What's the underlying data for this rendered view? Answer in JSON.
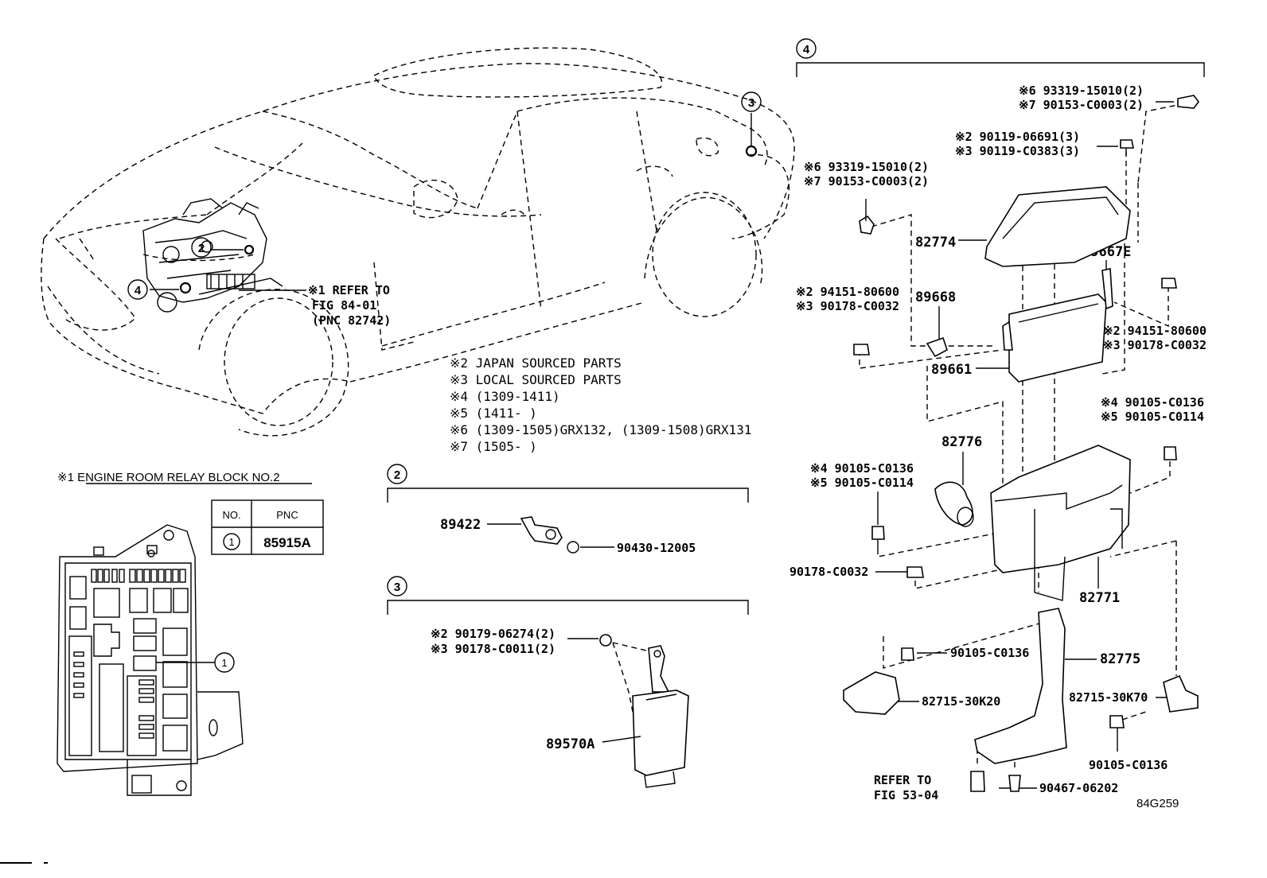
{
  "diagram_id": "84G259",
  "car_callouts": {
    "refer_line1": "※1 REFER TO",
    "refer_line2": "FIG 84-01",
    "refer_line3": "(PNC 82742)"
  },
  "circle_markers": [
    "2",
    "3",
    "4"
  ],
  "notes": [
    "※2 JAPAN SOURCED PARTS",
    "※3 LOCAL SOURCED PARTS",
    "※4 (1309-1411)",
    "※5 (1411-       )",
    "※6 (1309-1505)GRX132, (1309-1508)GRX131",
    "※7 (1505-       )"
  ],
  "relay_block": {
    "title": "※1 ENGINE ROOM RELAY BLOCK NO.2",
    "table_headers": [
      "NO.",
      "PNC"
    ],
    "table_rows": [
      {
        "no": "1",
        "pnc": "85915A"
      }
    ],
    "callout": "1"
  },
  "group2": {
    "marker": "2",
    "labels": {
      "sensor": "89422",
      "gasket": "90430-12005"
    }
  },
  "group3": {
    "marker": "3",
    "labels": {
      "nut_a": "※2 90179-06274(2)",
      "nut_b": "※3 90178-C0011(2)",
      "module": "89570A"
    }
  },
  "group4": {
    "marker": "4",
    "labels": {
      "top_a": "※6 93319-15010(2)",
      "top_b": "※7 90153-C0003(2)",
      "bolt3_a": "※2 90119-06691(3)",
      "bolt3_b": "※3 90119-C0383(3)",
      "left_a": "※6 93319-15010(2)",
      "left_b": "※7 90153-C0003(2)",
      "cover": "82774",
      "brk_e": "89667E",
      "nut_l_a": "※2 94151-80600",
      "nut_l_b": "※3 90178-C0032",
      "brk_668": "89668",
      "nut_r_a": "※2 94151-80600",
      "nut_r_b": "※3 90178-C0032",
      "ecu": "89661",
      "bolt_r_a": "※4 90105-C0136",
      "bolt_r_b": "※5 90105-C0114",
      "duct": "82776",
      "bolt_l_a": "※4 90105-C0136",
      "bolt_l_b": "※5 90105-C0114",
      "nut_bottom": "90178-C0032",
      "box": "82771",
      "bolt_mid": "90105-C0136",
      "brk_775": "82775",
      "brk_l": "82715-30K20",
      "brk_r": "82715-30K70",
      "bolt_lr": "90105-C0136",
      "refer_a": "REFER TO",
      "refer_b": "FIG 53-04",
      "screw": "90467-06202"
    }
  }
}
